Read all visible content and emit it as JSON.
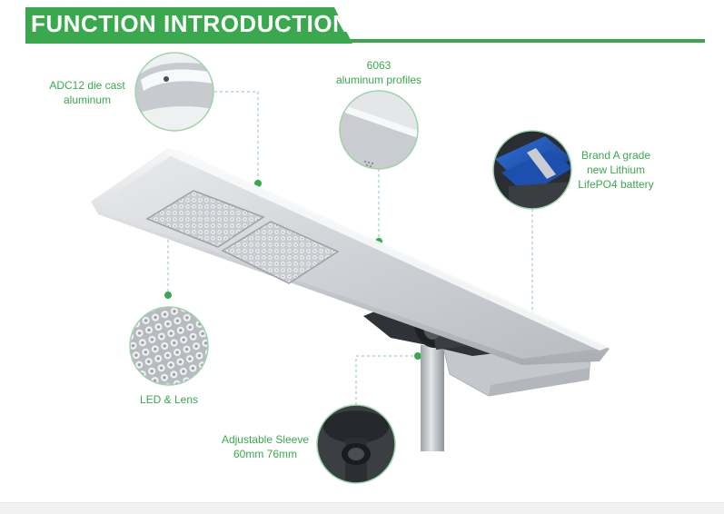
{
  "header": {
    "title": "FUNCTION INTRODUCTION"
  },
  "colors": {
    "accent": "#3aa94e",
    "callout_line": "#8dc99a"
  },
  "callouts": {
    "die_cast": {
      "line1": "ADC12 die cast",
      "line2": "aluminum"
    },
    "profiles": {
      "line1": "6063",
      "line2": "aluminum profiles"
    },
    "battery": {
      "line1": "Brand A grade",
      "line2": "new Lithium",
      "line3": "LifePO4 battery"
    },
    "led": {
      "line1": "LED & Lens"
    },
    "sleeve": {
      "line1": "Adjustable Sleeve",
      "line2": "60mm 76mm"
    }
  }
}
